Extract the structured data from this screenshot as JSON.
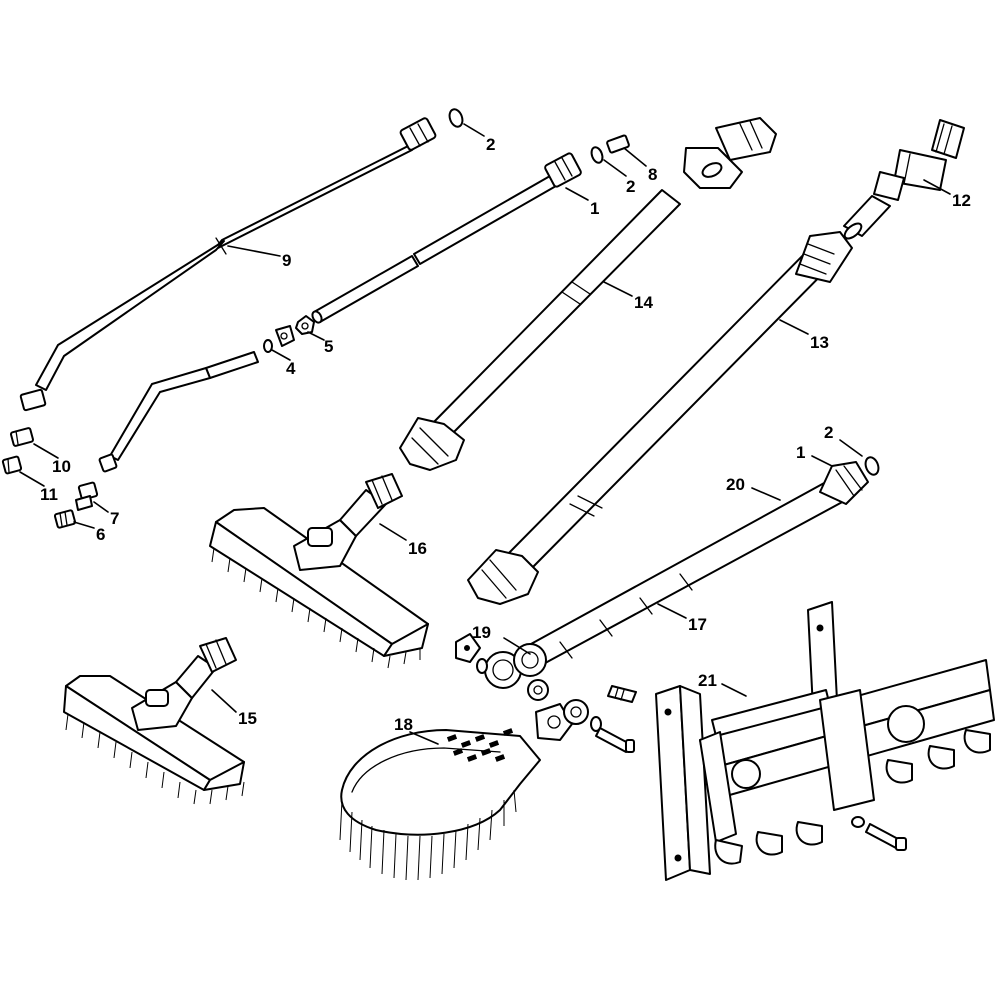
{
  "labels": {
    "l1a": "1",
    "l1b": "1",
    "l2a": "2",
    "l2b": "2",
    "l2c": "2",
    "l4": "4",
    "l5": "5",
    "l6": "6",
    "l7": "7",
    "l8": "8",
    "l9": "9",
    "l10": "10",
    "l11": "11",
    "l12": "12",
    "l13": "13",
    "l14": "14",
    "l15": "15",
    "l16": "16",
    "l17": "17",
    "l18": "18",
    "l19": "19",
    "l20": "20",
    "l21": "21"
  }
}
